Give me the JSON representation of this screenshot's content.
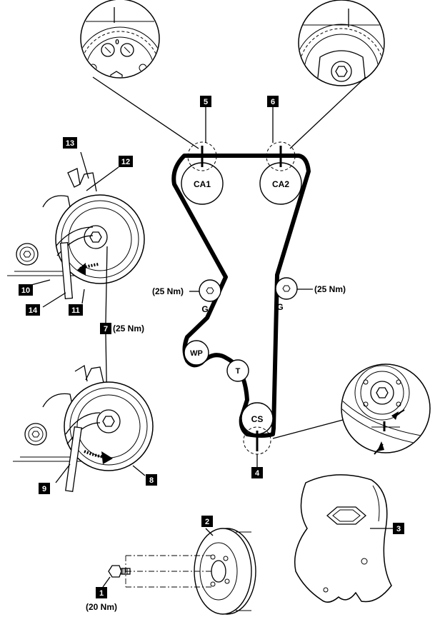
{
  "pulleys": {
    "ca1": "CA1",
    "ca2": "CA2",
    "wp": "WP",
    "t": "T",
    "cs": "CS",
    "g_left": "G",
    "g_right": "G"
  },
  "callouts": {
    "c1": "1",
    "c2": "2",
    "c3": "3",
    "c4": "4",
    "c5": "5",
    "c6": "6",
    "c7": "7",
    "c8": "8",
    "c9": "9",
    "c10": "10",
    "c11": "11",
    "c12": "12",
    "c13": "13",
    "c14": "14"
  },
  "torques": {
    "idler_left": "(25 Nm)",
    "idler_right": "(25 Nm)",
    "tensioner": "(25 Nm)",
    "bolt": "(20 Nm)"
  },
  "detail_marks": {
    "zero": "0"
  }
}
